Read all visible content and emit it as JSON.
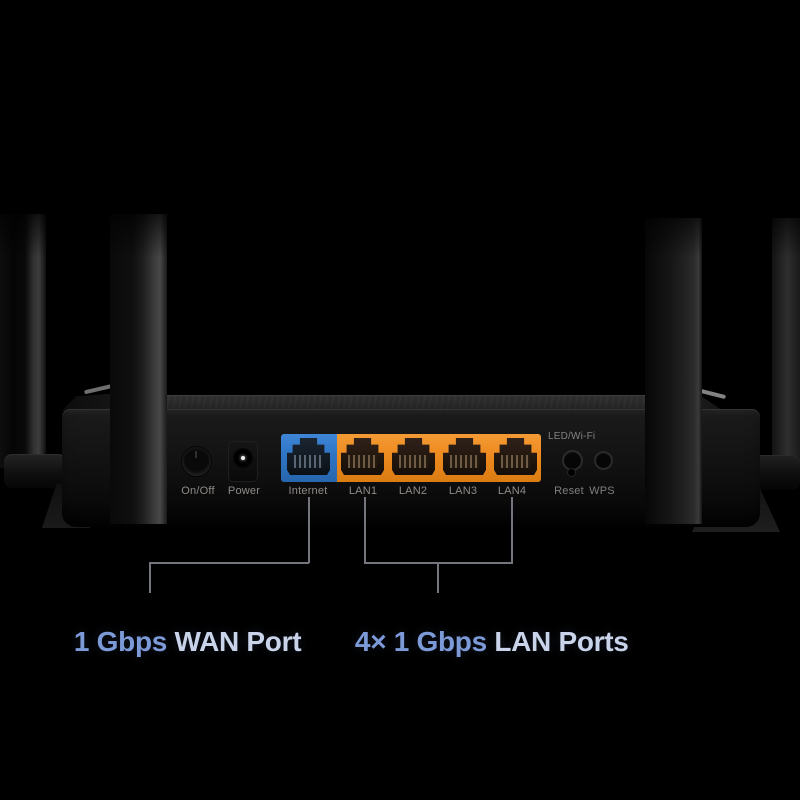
{
  "rear_panel": {
    "power_switch_label": "On/Off",
    "power_jack_label": "Power",
    "internet_port_label": "Internet",
    "lan_port_labels": [
      "LAN1",
      "LAN2",
      "LAN3",
      "LAN4"
    ],
    "led_wifi_label": "LED/Wi-Fi",
    "reset_label": "Reset",
    "wps_label": "WPS",
    "wan_port_color": "#2e74c4",
    "lan_port_color": "#ee8a1f"
  },
  "callouts": {
    "wan": {
      "highlight": "1 Gbps ",
      "label": "WAN Port"
    },
    "lan": {
      "highlight": "4× 1 Gbps ",
      "label": "LAN Ports"
    },
    "highlight_color": "#7d9ad8",
    "label_color": "#c9d4ea",
    "line_color": "#73777d"
  }
}
